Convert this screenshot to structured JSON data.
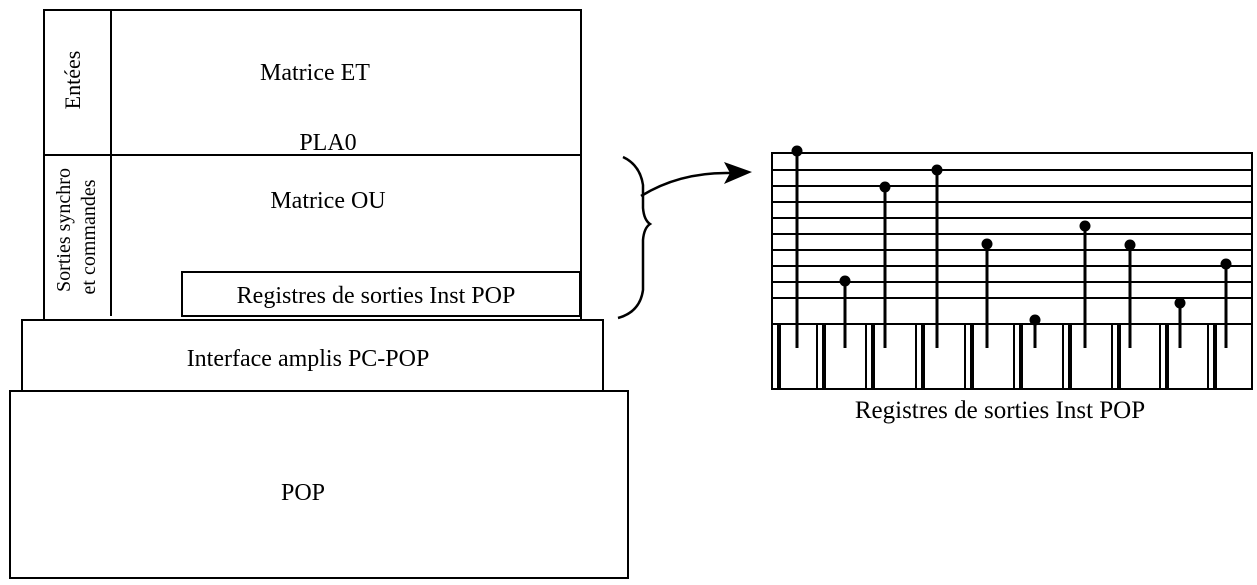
{
  "left_block": {
    "entrees_label": "Entées",
    "matrice_et_label": "Matrice ET",
    "pla_label": "PLA0",
    "sorties_label_line1": "Sorties synchro",
    "sorties_label_line2": "et commandes",
    "matrice_ou_label": "Matrice OU",
    "registres_label": "Registres de sorties Inst POP",
    "interface_label": "Interface amplis PC-POP",
    "pop_label": "POP"
  },
  "right_block": {
    "caption": "Registres de sorties Inst POP",
    "horizontal_lines": 10,
    "register_cells": 10
  },
  "colors": {
    "stroke": "#000000",
    "background": "#ffffff"
  }
}
